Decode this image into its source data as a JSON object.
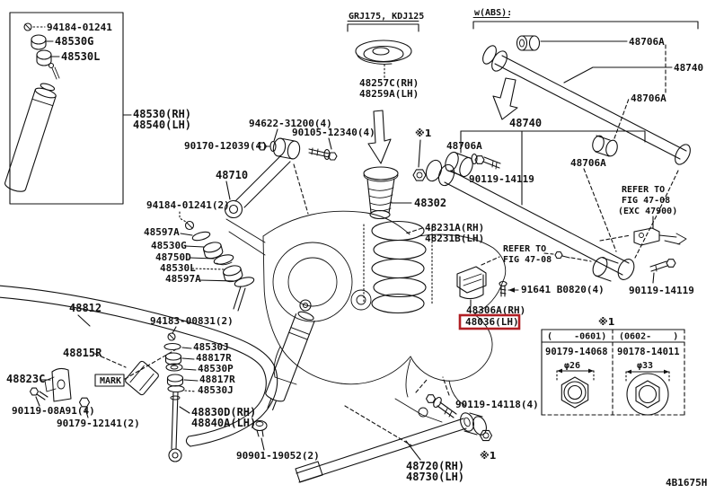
{
  "colors": {
    "line": "#111111",
    "highlight_red": "#b01f24",
    "background": "#ffffff"
  },
  "footer": {
    "code": "4B1675H"
  },
  "upper_shock": {
    "bolt": "94184-01241",
    "cushion_a": "48530G",
    "cushion_b": "48530L",
    "rh": "48530(RH)",
    "lh": "48540(LH)"
  },
  "coil_seat": {
    "models": "GRJ175, KDJ125",
    "rh": "48257C(RH)",
    "lh": "48259A(LH)"
  },
  "abs_section": {
    "header": "w(ABS):",
    "bushing_top": "48706A",
    "rod": "48740",
    "bushing_bottom": "48706A"
  },
  "upper_arm": {
    "washer": "94622-31200(4)",
    "bolt_a": "90170-12039(4)",
    "bolt_b": "90105-12340(4)",
    "arm": "48710",
    "bolt_c": "94184-01241(2)"
  },
  "arm_cushions": {
    "retainer_a": "48597A",
    "cushion_a": "48530G",
    "retainer_b": "48750D",
    "cushion_b": "48530L",
    "retainer_c": "48597A"
  },
  "coil_spring": {
    "bumper": "48302",
    "rh": "48231A(RH)",
    "lh": "48231B(LH)"
  },
  "lateral_rod": {
    "rod": "48740",
    "ref_mark": "※1",
    "bushing_a": "48706A",
    "bolt": "90119-14119",
    "bushing_b": "48706A"
  },
  "abs_sensor_note": {
    "line1": "REFER TO",
    "line2": "FIG 47-08",
    "line3": "(EXC 47900)",
    "bolt": "90119-14119"
  },
  "height_note": {
    "line1": "REFER TO",
    "line2": "FIG 47-08"
  },
  "bump_stop": {
    "stud": "91641 B0820(4)",
    "rh": "48306A(RH)",
    "lh": "48036(LH)"
  },
  "stabilizer": {
    "bar": "48812",
    "bushing": "48815R",
    "mark": "MARK",
    "bracket": "48823C",
    "bolt": "90119-08A91(4)",
    "nut": "90179-12141(2)"
  },
  "stab_link": {
    "nut": "94183-00831(2)",
    "washer_a": "48530J",
    "cushion_a": "48817R",
    "collar": "48530P",
    "cushion_b": "48817R",
    "washer_b": "48530J",
    "rh": "48830D(RH)",
    "lh": "48840A(LH)",
    "cap": "90901-19052(2)"
  },
  "lower_arm": {
    "bolt": "90119-14118(4)",
    "rh": "48720(RH)",
    "lh": "48730(LH)",
    "ref_mark": "※1"
  },
  "variant_table": {
    "ref_mark": "※1",
    "columns": [
      {
        "range": "(    -0601)",
        "part": "90179-14068",
        "dia": "φ26"
      },
      {
        "range": "(0602-    )",
        "part": "90178-14011",
        "dia": "φ33"
      }
    ]
  }
}
